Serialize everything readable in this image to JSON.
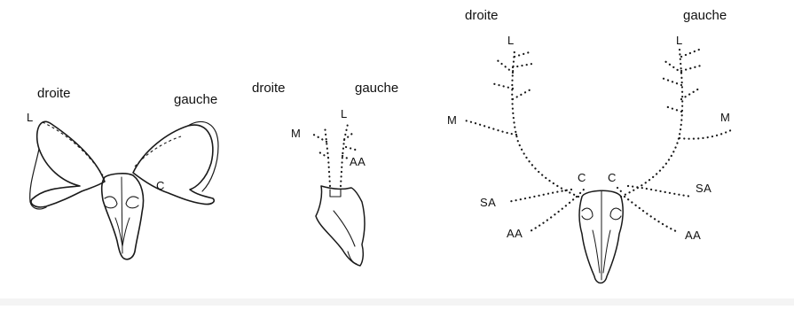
{
  "panels": [
    {
      "id": "ram",
      "labels": {
        "right": "droite",
        "left": "gauche"
      },
      "tags": {
        "L": "L",
        "C": "C"
      }
    },
    {
      "id": "small-antlers",
      "labels": {
        "right": "droite",
        "left": "gauche"
      },
      "tags": {
        "M": "M",
        "L": "L",
        "AA": "AA"
      }
    },
    {
      "id": "deer",
      "labels": {
        "right": "droite",
        "left": "gauche"
      },
      "tags": {
        "L_right": "L",
        "L_left": "L",
        "M_right": "M",
        "M_left": "M",
        "C_right": "C",
        "C_left": "C",
        "SA_right": "SA",
        "SA_left": "SA",
        "AA_right": "AA",
        "AA_left": "AA"
      }
    }
  ]
}
